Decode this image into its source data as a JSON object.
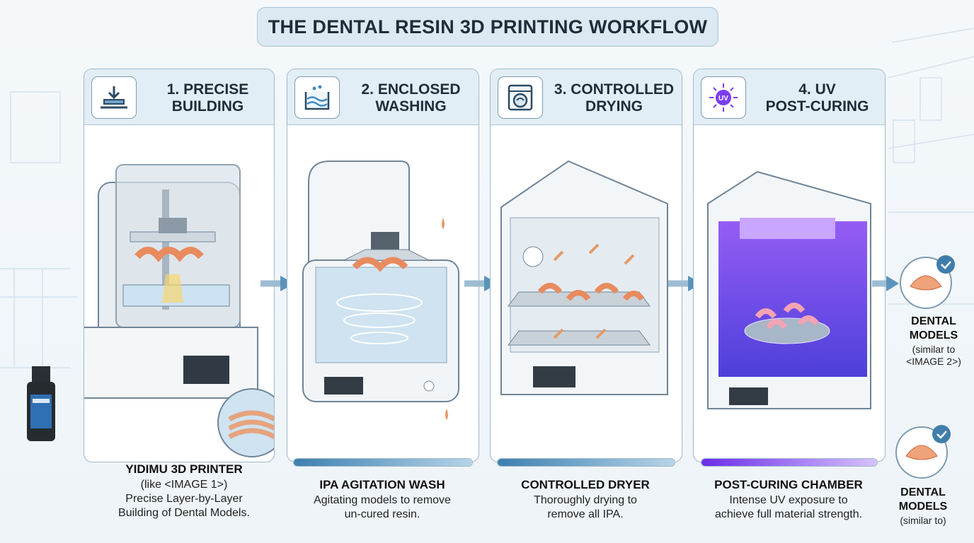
{
  "title": "THE DENTAL RESIN 3D PRINTING WORKFLOW",
  "steps": [
    {
      "title_line1": "1. PRECISE",
      "title_line2": "BUILDING",
      "icon": "build-plate-icon"
    },
    {
      "title_line1": "2. ENCLOSED",
      "title_line2": "WASHING",
      "icon": "wash-basin-icon"
    },
    {
      "title_line1": "3. CONTROLLED",
      "title_line2": "DRYING",
      "icon": "dryer-icon"
    },
    {
      "title_line1": "4. UV",
      "title_line2": "POST-CURING",
      "icon": "uv-light-icon",
      "uv_label": "UV"
    }
  ],
  "captions": [
    {
      "title": "YIDIMU 3D PRINTER",
      "line1": "(like <IMAGE 1>)",
      "line2": "Precise Layer-by-Layer",
      "line3": "Building of Dental Models."
    },
    {
      "title": "IPA AGITATION WASH",
      "line1": "Agitating models to remove",
      "line2": "un-cured resin."
    },
    {
      "title": "CONTROLLED DRYER",
      "line1": "Thoroughly drying to",
      "line2": "remove all IPA."
    },
    {
      "title": "POST-CURING CHAMBER",
      "line1": "Intense UV exposure to",
      "line2": "achieve full material strength."
    }
  ],
  "outputs": [
    {
      "label_line1": "DENTAL",
      "label_line2": "MODELS",
      "sub_line1": "(similar to",
      "sub_line2": "<IMAGE 2>)"
    },
    {
      "label_line1": "DENTAL",
      "label_line2": "MODELS",
      "sub_line1": "(similar to)"
    }
  ],
  "progress": [
    {
      "fraction": 0.0
    },
    {
      "fraction": 1.0,
      "color": "#4a8fbf"
    },
    {
      "fraction": 1.0,
      "color": "#4a8fbf"
    },
    {
      "fraction": 1.0,
      "color": "#7a3df0"
    }
  ],
  "colors": {
    "accent": "#4a8fbf",
    "uv": "#7a3df0",
    "model": "#f0a27a",
    "check": "#3f7eaa"
  }
}
